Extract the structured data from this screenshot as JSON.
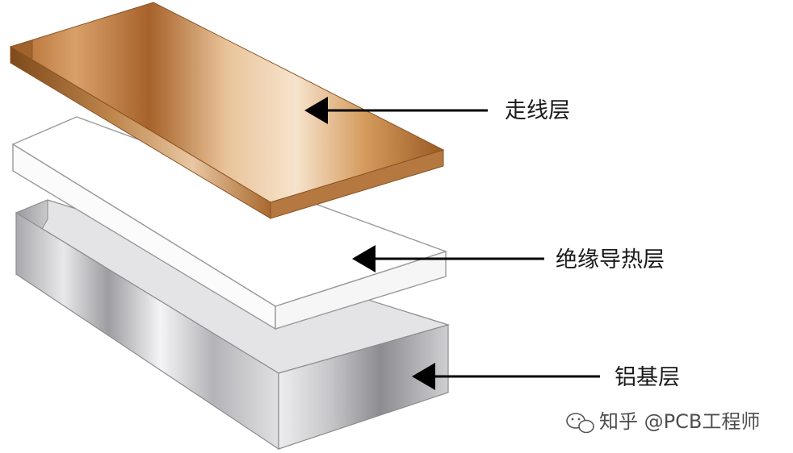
{
  "labels": {
    "trace_layer": "走线层",
    "insulation_layer": "绝缘导热层",
    "aluminum_layer": "铝基层"
  },
  "watermark": {
    "text": "知乎 @PCB工程师",
    "icon": "wechat-icon"
  },
  "colors": {
    "copper_light": "#f5dcc0",
    "copper_mid": "#c98a4e",
    "copper_dark": "#8e5620",
    "aluminum_light": "#f2f2f4",
    "aluminum_dark": "#8a8a8e",
    "insulation": "#ffffff",
    "outline": "#8c8c8c",
    "arrow": "#000000"
  }
}
